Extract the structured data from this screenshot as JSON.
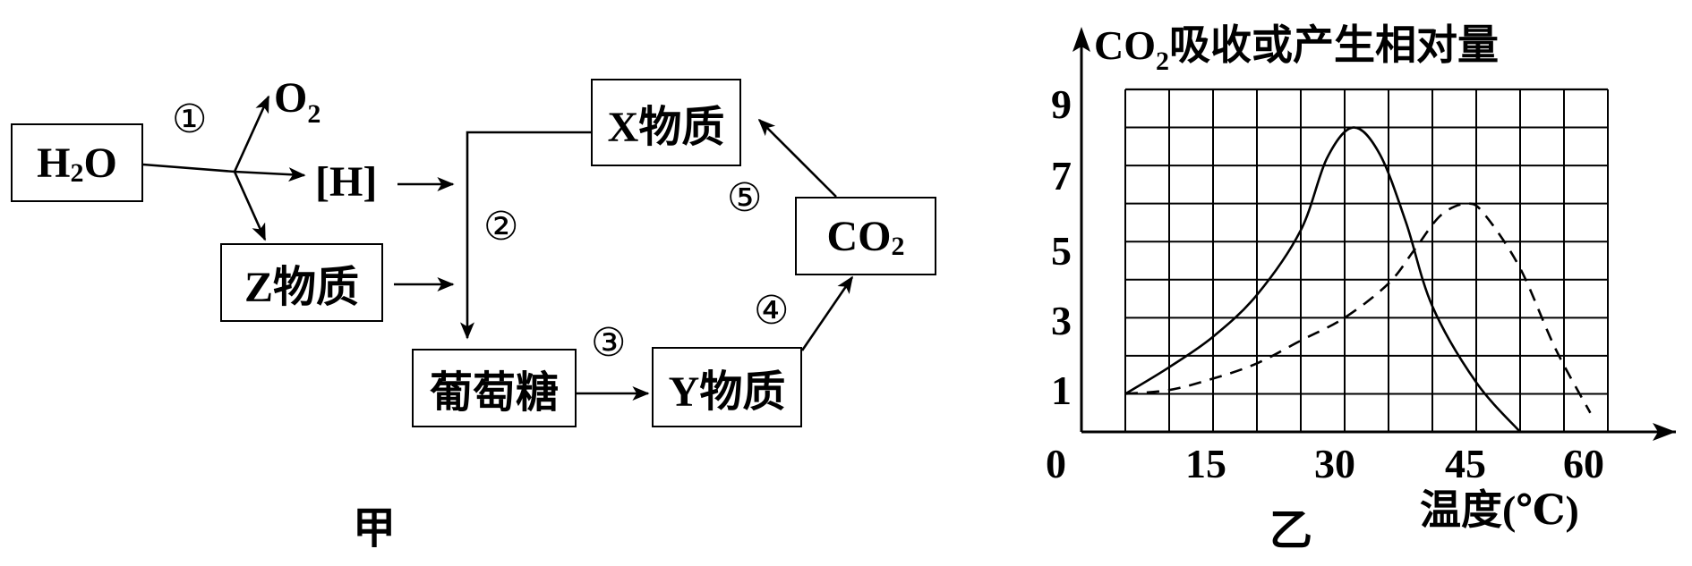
{
  "diagram": {
    "caption": "甲",
    "boxes": {
      "h2o": {
        "main": "H",
        "sub": "2",
        "tail": "O"
      },
      "z": "Z物质",
      "x": "X物质",
      "glucose": "葡萄糖",
      "y": "Y物质",
      "co2": {
        "main": "CO",
        "sub": "2"
      }
    },
    "labels": {
      "o2": {
        "main": "O",
        "sub": "2"
      },
      "h": "[H]"
    },
    "steps": [
      "①",
      "②",
      "③",
      "④",
      "⑤"
    ]
  },
  "chart_data": {
    "type": "line",
    "caption": "乙",
    "ylabel": {
      "main": "CO",
      "sub": "2",
      "tail": "吸收或产生相对量"
    },
    "xlabel": "温度(℃)",
    "origin_label": "0",
    "x_ticks": [
      "15",
      "30",
      "45",
      "60"
    ],
    "y_ticks": [
      "1",
      "3",
      "5",
      "7",
      "9"
    ],
    "xlim": [
      0,
      60
    ],
    "ylim": [
      0,
      9
    ],
    "grid": true,
    "series": [
      {
        "style": "solid",
        "points": [
          [
            5,
            1
          ],
          [
            10,
            1.7
          ],
          [
            15,
            2.5
          ],
          [
            20,
            3.6
          ],
          [
            25,
            5.3
          ],
          [
            28,
            7.2
          ],
          [
            31,
            8
          ],
          [
            34,
            7.3
          ],
          [
            37,
            5.5
          ],
          [
            40,
            3.3
          ],
          [
            45,
            1.3
          ],
          [
            50,
            0
          ]
        ]
      },
      {
        "style": "dashed",
        "points": [
          [
            5,
            1
          ],
          [
            10,
            1.1
          ],
          [
            15,
            1.4
          ],
          [
            20,
            1.8
          ],
          [
            25,
            2.4
          ],
          [
            30,
            3.0
          ],
          [
            35,
            3.9
          ],
          [
            38,
            4.8
          ],
          [
            41,
            5.7
          ],
          [
            44,
            6
          ],
          [
            46,
            5.7
          ],
          [
            50,
            4.3
          ],
          [
            54,
            2.2
          ],
          [
            58,
            0.5
          ]
        ]
      }
    ]
  }
}
